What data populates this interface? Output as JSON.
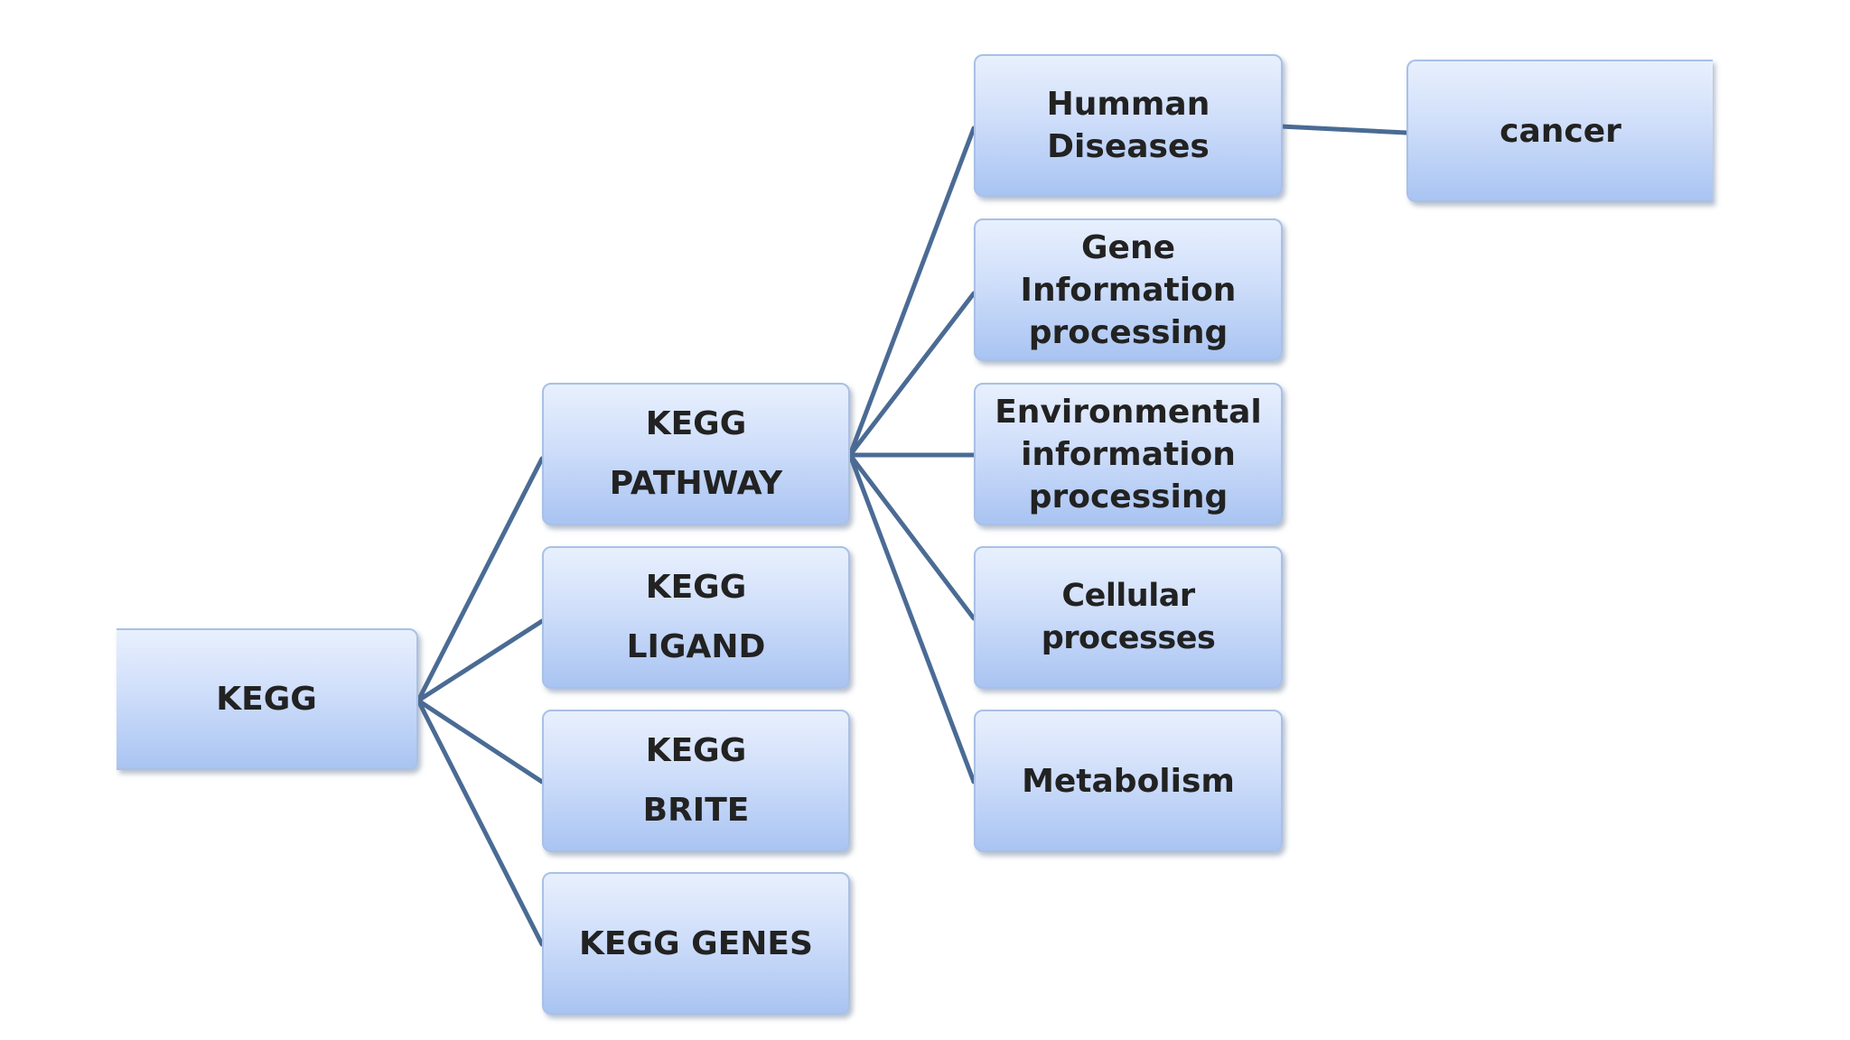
{
  "diagram": {
    "root": {
      "label": "KEGG"
    },
    "level1": [
      {
        "label": "KEGG\nPATHWAY"
      },
      {
        "label": "KEGG\nLIGAND"
      },
      {
        "label": "KEGG\nBRITE"
      },
      {
        "label": "KEGG GENES"
      }
    ],
    "level2": [
      {
        "label": "Humman\nDiseases"
      },
      {
        "label": "Gene\nInformation\nprocessing"
      },
      {
        "label": "Environmental\ninformation\nprocessing"
      },
      {
        "label": "Cellular processes"
      },
      {
        "label": "Metabolism"
      }
    ],
    "level3": [
      {
        "label": "cancer"
      }
    ]
  },
  "colors": {
    "connector": "#4a6b94",
    "box_border": "#a9c0e6",
    "box_gradient_top": "#e8f0fd",
    "box_gradient_bottom": "#a9c4f2",
    "text": "#222222",
    "background": "#ffffff"
  }
}
